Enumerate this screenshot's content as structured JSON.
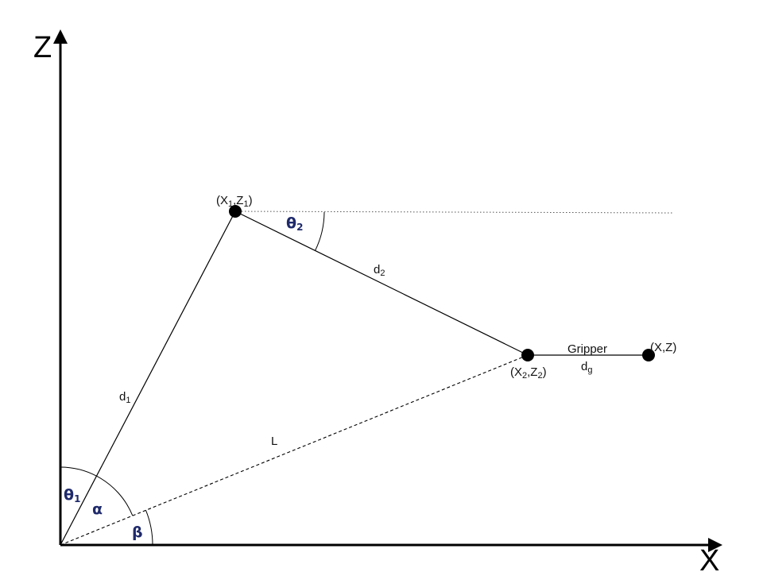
{
  "axes": {
    "x_label": "X",
    "z_label": "Z"
  },
  "points": {
    "p1": {
      "base": "(X",
      "sub1": "1",
      "mid": ",Z",
      "sub2": "1",
      "end": ")"
    },
    "p2": {
      "base": "(X",
      "sub1": "2",
      "mid": ",Z",
      "sub2": "2",
      "end": ")"
    },
    "end_effector": {
      "text": "(X,Z)"
    }
  },
  "links": {
    "d1": {
      "base": "d",
      "sub": "1"
    },
    "d2": {
      "base": "d",
      "sub": "2"
    },
    "dg": {
      "base": "d",
      "sub": "g"
    },
    "gripper": "Gripper",
    "L": "L"
  },
  "angles": {
    "theta1": {
      "base": "θ",
      "sub": "1"
    },
    "theta2": {
      "base": "θ",
      "sub": "2"
    },
    "alpha": "α",
    "beta": "β"
  },
  "colors": {
    "angle_label": "#1f2a6b",
    "line": "#000000"
  }
}
